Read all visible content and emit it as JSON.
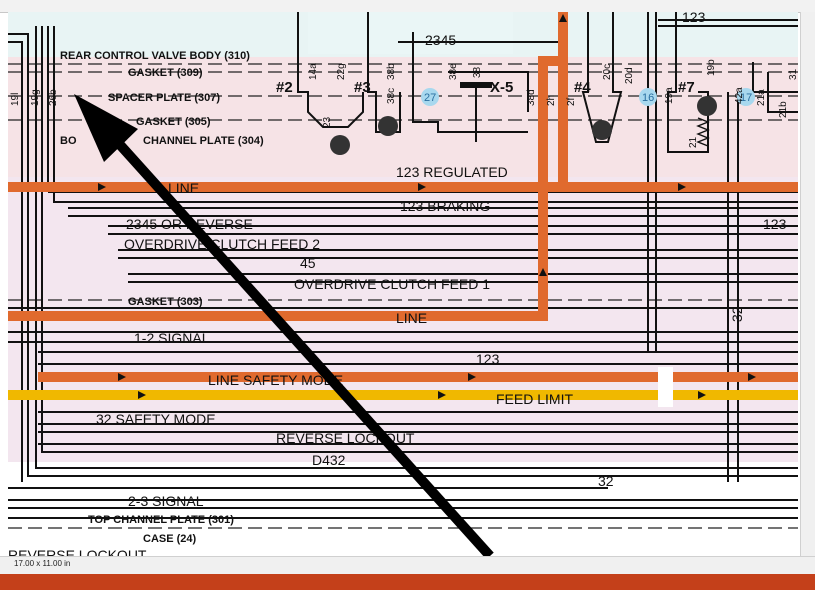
{
  "header_labels": {
    "top_123": "123"
  },
  "plates": {
    "rear_control_valve_body": "REAR CONTROL VALVE BODY (310)",
    "gasket_309": "GASKET (309)",
    "spacer_plate_307": "SPACER PLATE (307)",
    "gasket_305": "GASKET (305)",
    "body_channel_plate_left": "BO",
    "body_channel_plate_right": "CHANNEL PLATE (304)",
    "gasket_303": "GASKET (303)",
    "top_channel_plate_301": "TOP CHANNEL PLATE (301)",
    "case_24": "CASE (24)"
  },
  "valves": {
    "v2": "#2",
    "v3": "#3",
    "v4": "#4",
    "v7": "#7",
    "x5": "X-5",
    "c27": "27",
    "c16": "16",
    "c17": "17"
  },
  "ports": {
    "p19l": "19l",
    "p19g": "19g",
    "p26b": "26b",
    "p14a": "14a",
    "p22g": "22g",
    "p23": "23",
    "p38b": "38b",
    "p38c": "38c",
    "p38e": "38e",
    "p38": "38",
    "p38d": "38d",
    "p2h": "2h",
    "p2f": "2f",
    "p20c": "20c",
    "p20d": "20d",
    "p19a": "19a",
    "p19b": "19b",
    "p21": "21",
    "p42a": "42a",
    "p21a": "21a",
    "p21b": "21b",
    "p31": "31",
    "p32": "32"
  },
  "passages": {
    "p2345": "2345",
    "line_top": "LINE",
    "r123_regulated": "123 REGULATED",
    "r123_braking": "123 BRAKING",
    "r2345_reverse": "2345 OR REVERSE",
    "r123_right": "123",
    "od_clutch_feed_2": "OVERDRIVE CLUTCH FEED 2",
    "r45": "45",
    "od_clutch_feed_1": "OVERDRIVE CLUTCH FEED 1",
    "line_mid": "LINE",
    "signal_1_2": "1-2 SIGNAL",
    "r123_mid": "123",
    "line_safety_mode": "LINE SAFETY MODE",
    "feed_limit": "FEED LIMIT",
    "safety_mode_32": "32 SAFETY MODE",
    "reverse_lockout": "REVERSE LOCKOUT",
    "d432": "D432",
    "r32": "32",
    "signal_2_3": "2-3 SIGNAL",
    "reverse_lockout_bottom": "REVERSE LOCKOUT"
  },
  "statusbar": {
    "page_size": "17.00 x 11.00 in"
  },
  "colors": {
    "line_fluid": "#e06a2e",
    "feed_limit": "#f0b800",
    "gasket_band": "#f6dde1",
    "lower_band": "#f2e4ee",
    "upper_band": "#e8f4f4",
    "overlay_arrow": "#000000",
    "circle_label": "#a8d8ee"
  }
}
